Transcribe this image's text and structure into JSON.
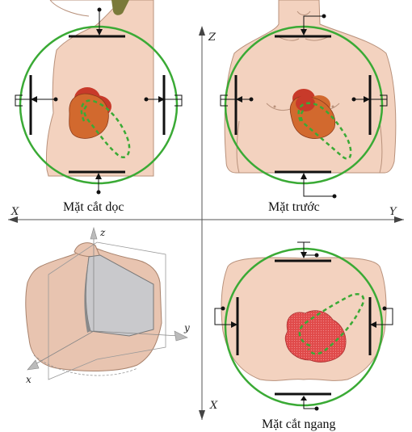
{
  "diagram": {
    "captions": {
      "sagittal": "Mặt cắt dọc",
      "frontal": "Mặt trước",
      "transverse": "Mặt cắt ngang"
    },
    "axes": {
      "z": "Z",
      "x": "X",
      "y": "Y"
    },
    "inset_axes": {
      "z": "z",
      "x": "x",
      "y": "y"
    },
    "colors": {
      "circle": "#3aaa35",
      "loop": "#3aaa35",
      "skin": "#f3d2bf",
      "skin_edge": "#b8917b",
      "heart_dark": "#c83a2a",
      "heart_mid": "#d2692e",
      "heart_red": "#e04a4a",
      "bar": "#111111"
    }
  }
}
